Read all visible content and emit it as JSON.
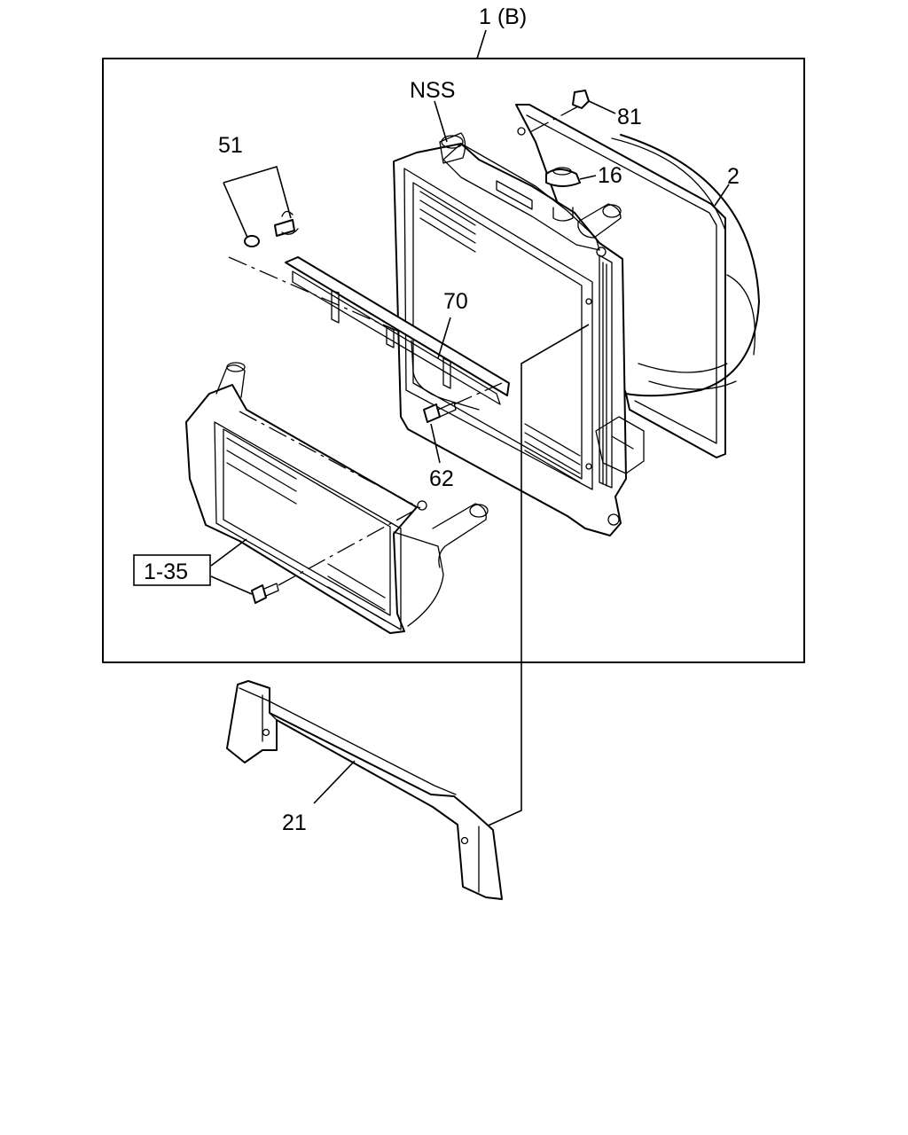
{
  "diagram": {
    "assembly_label": "1 (B)",
    "callouts": {
      "nss": "NSS",
      "p81": "81",
      "p16": "16",
      "p2": "2",
      "p51": "51",
      "p70": "70",
      "p62": "62",
      "ref_1_35": "1-35",
      "p21": "21"
    }
  }
}
